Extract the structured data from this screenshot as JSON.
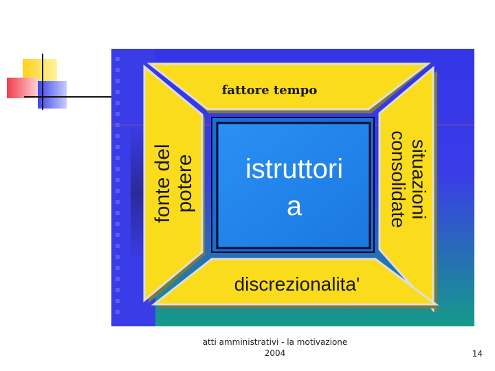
{
  "diagram": {
    "top_label": "fattore tempo",
    "left_label_line1": "fonte del",
    "left_label_line2": "potere",
    "right_label_line1": "situazioni",
    "right_label_line2": "consolidate",
    "bottom_label": "discrezionalita'",
    "center_line1": "istruttori",
    "center_line2": "a"
  },
  "footer": {
    "line1": "atti amministrativi - la motivazione",
    "line2": "2004"
  },
  "page_number": "14",
  "colors": {
    "background_blue": "#3a3ce8",
    "background_teal": "#169a8a",
    "trapezoid_yellow": "#fbdc1c",
    "center_blue": "#1e86f0",
    "logo_yellow": "#ffd21e",
    "logo_red": "#f03c4c",
    "logo_blue": "#3c46e6"
  }
}
